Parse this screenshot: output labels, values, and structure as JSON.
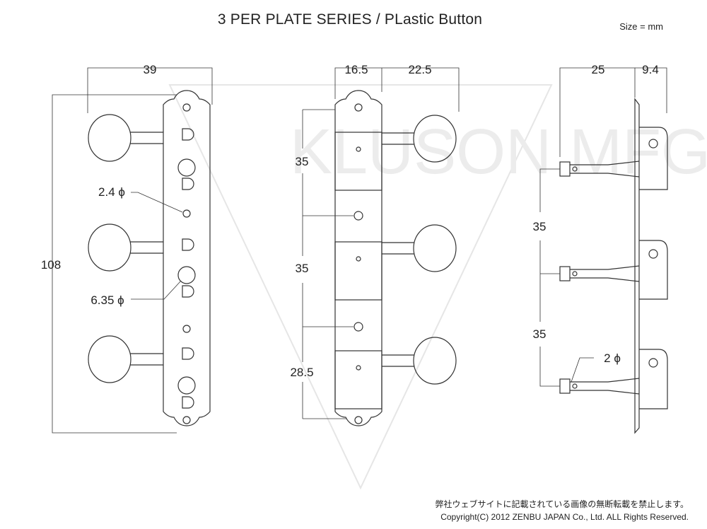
{
  "header": {
    "title": "3 PER PLATE SERIES / PLastic Button",
    "size_note": "Size = mm"
  },
  "front_view": {
    "width": "39",
    "height": "108",
    "small_hole": "2.4 ϕ",
    "large_hole": "6.35 ϕ"
  },
  "back_view": {
    "dim_left": "16.5",
    "dim_right": "22.5",
    "spacing_1": "35",
    "spacing_2": "35",
    "spacing_3": "28.5"
  },
  "side_view": {
    "dim_post": "25",
    "dim_plate": "9.4",
    "spacing_1": "35",
    "spacing_2": "35",
    "hole": "2 ϕ"
  },
  "watermark": {
    "text": "KLUSON MFG CO."
  },
  "footer": {
    "notice_ja": "弊社ウェブサイトに記載されている画像の無断転載を禁止します。",
    "copyright": "Copyright(C) 2012 ZENBU JAPAN Co., Ltd. ALL Rights Reserved."
  }
}
